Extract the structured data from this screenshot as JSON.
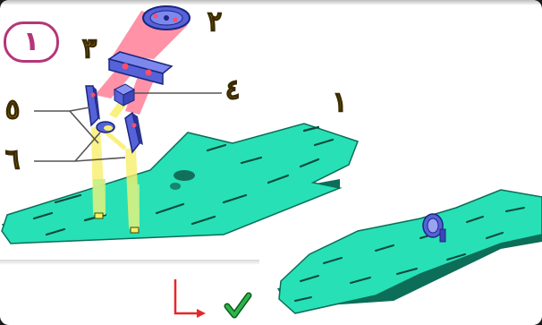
{
  "step_badge": "١",
  "labels": {
    "parallax_mirror": "١",
    "input_shaft_mirror": "٢",
    "upper_mirror": "٣",
    "center_mirror": "٤",
    "side_mirror_left": "٥",
    "side_mirror_right": "٦"
  },
  "colors": {
    "plate": "#27e0b6",
    "plate_edge": "#0c6d58",
    "beam_red": "#ff6e8a",
    "beam_yellow": "#f7ef6a",
    "beam_green": "#c4f08a",
    "part_blue": "#5562d8",
    "badge": "#b5357a",
    "label_yellow": "#f5c71a",
    "arrow_red": "#e8262a",
    "check_green": "#2db54a"
  }
}
